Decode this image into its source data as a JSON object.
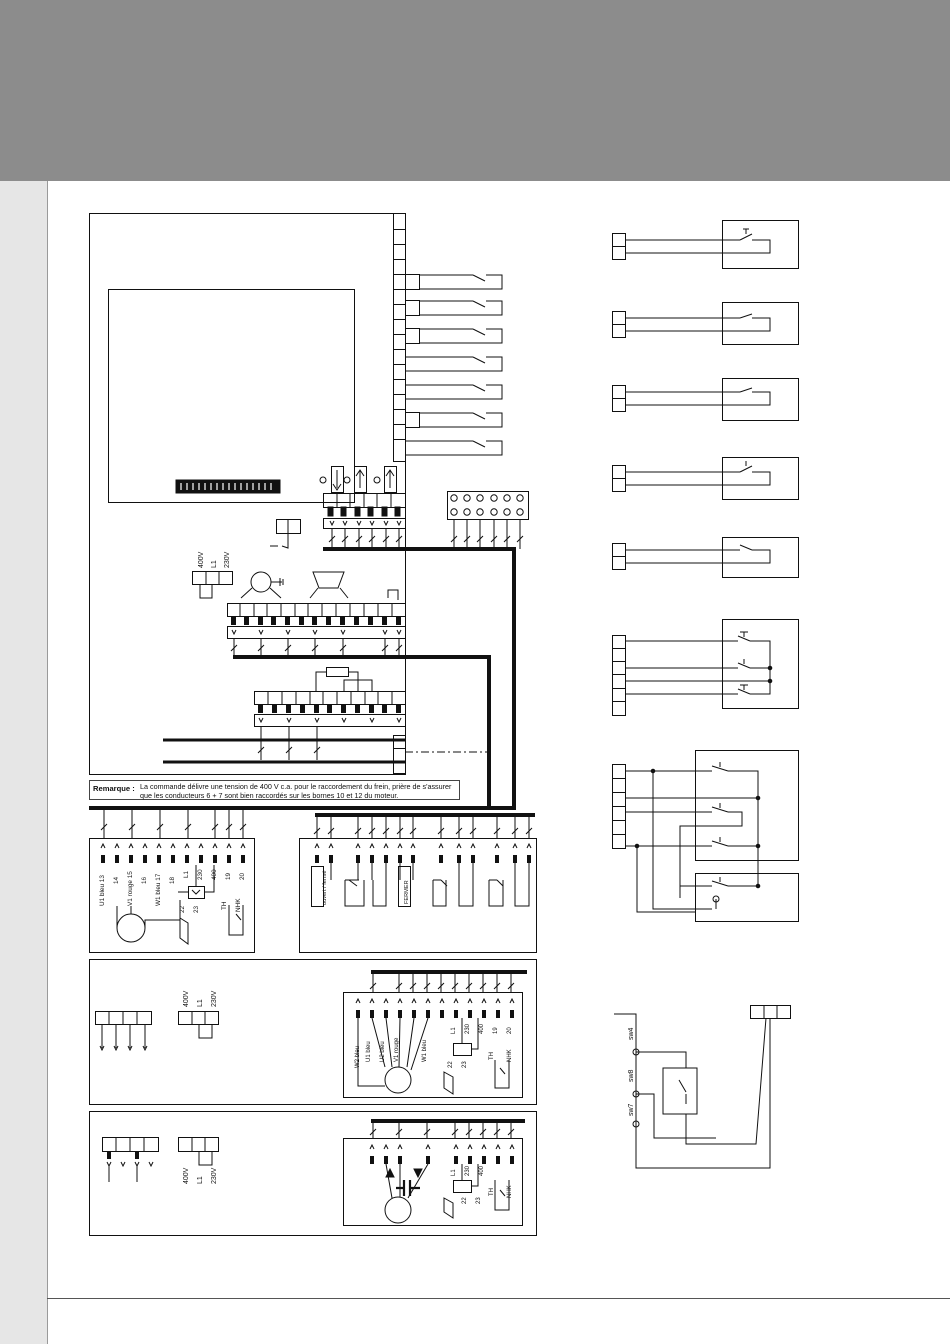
{
  "colors": {
    "header": "#8c8c8c",
    "side_band": "#e6e6e6",
    "line": "#111111"
  },
  "labels": {
    "v400": "400V",
    "l1": "L1",
    "v230": "230V",
    "motor1": [
      "U1 bleu 13",
      "14",
      "V1 rouge 15",
      "16",
      "W1 bleu 17",
      "18",
      "L1",
      "230",
      "400",
      "19",
      "20",
      "TH",
      "NHK"
    ],
    "motor1_sub": [
      "22",
      "23"
    ],
    "controls": [
      "ouvert / fermé",
      "FERMER"
    ],
    "motor2": [
      "W2 bleu",
      "U1 bleu",
      "U2 bleu",
      "V1 rouge",
      "W1 bleu",
      "L1",
      "230",
      "400",
      "19",
      "20",
      "TH",
      "NHK"
    ],
    "motor2_sub": [
      "22",
      "23"
    ],
    "motor3": [
      "L1",
      "230",
      "400",
      "TH",
      "NHK"
    ],
    "motor3_sub": [
      "22",
      "23"
    ],
    "switches": [
      "sw4",
      "sw8",
      "sw7"
    ]
  },
  "remark": {
    "label": "Remarque :",
    "text": "La commande délivre une tension de 400 V c.a. pour le raccordement du frein, prière de s'assurer que les conducteurs 6 + 7 sont bien raccordés sur les bornes 10 et 12 du moteur."
  }
}
